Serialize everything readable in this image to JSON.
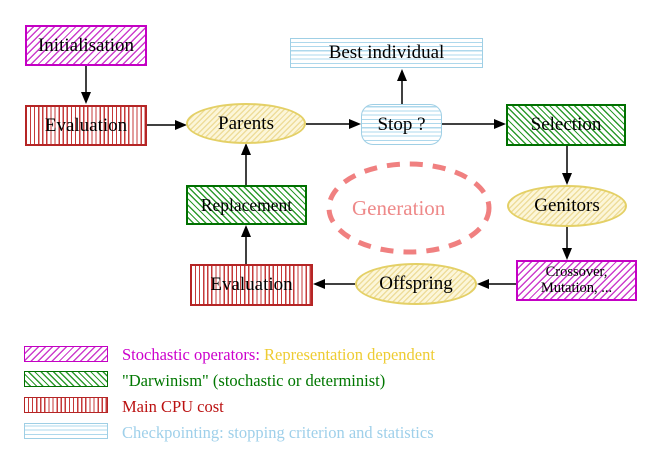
{
  "diagram": {
    "title": "Evolutionary algorithm generation loop",
    "nodes": {
      "initialisation": {
        "label": "Initialisation"
      },
      "evaluation_top": {
        "label": "Evaluation"
      },
      "parents": {
        "label": "Parents"
      },
      "best_individual": {
        "label": "Best individual"
      },
      "stop": {
        "label": "Stop ?"
      },
      "selection": {
        "label": "Selection"
      },
      "genitors": {
        "label": "Genitors"
      },
      "crossover_mutation": {
        "line1": "Crossover,",
        "line2": "Mutation, ..."
      },
      "offspring": {
        "label": "Offspring"
      },
      "evaluation_bottom": {
        "label": "Evaluation"
      },
      "replacement": {
        "label": "Replacement"
      },
      "generation": {
        "label": "Generation"
      }
    },
    "edges": [
      "initialisation->evaluation_top",
      "evaluation_top->parents",
      "parents->stop",
      "stop->best_individual",
      "stop->selection",
      "selection->genitors",
      "genitors->crossover_mutation",
      "crossover_mutation->offspring",
      "offspring->evaluation_bottom",
      "evaluation_bottom->replacement",
      "replacement->parents"
    ]
  },
  "legend": {
    "stochastic": {
      "label": "Stochastic operators:",
      "suffix": "Representation dependent"
    },
    "darwinism": {
      "label": "\"Darwinism\" (stochastic or determinist)"
    },
    "cpu": {
      "label": "Main CPU cost"
    },
    "checkpointing": {
      "label": "Checkpointing: stopping criterion and statistics"
    }
  },
  "colors": {
    "magenta": "#cc00cc",
    "dark_green": "#007700",
    "dark_red": "#bb1111",
    "gold": "#eecc33",
    "light_blue": "#9fd0ea",
    "salmon": "#f08080",
    "yellow_fill": "#fcf6d9"
  }
}
